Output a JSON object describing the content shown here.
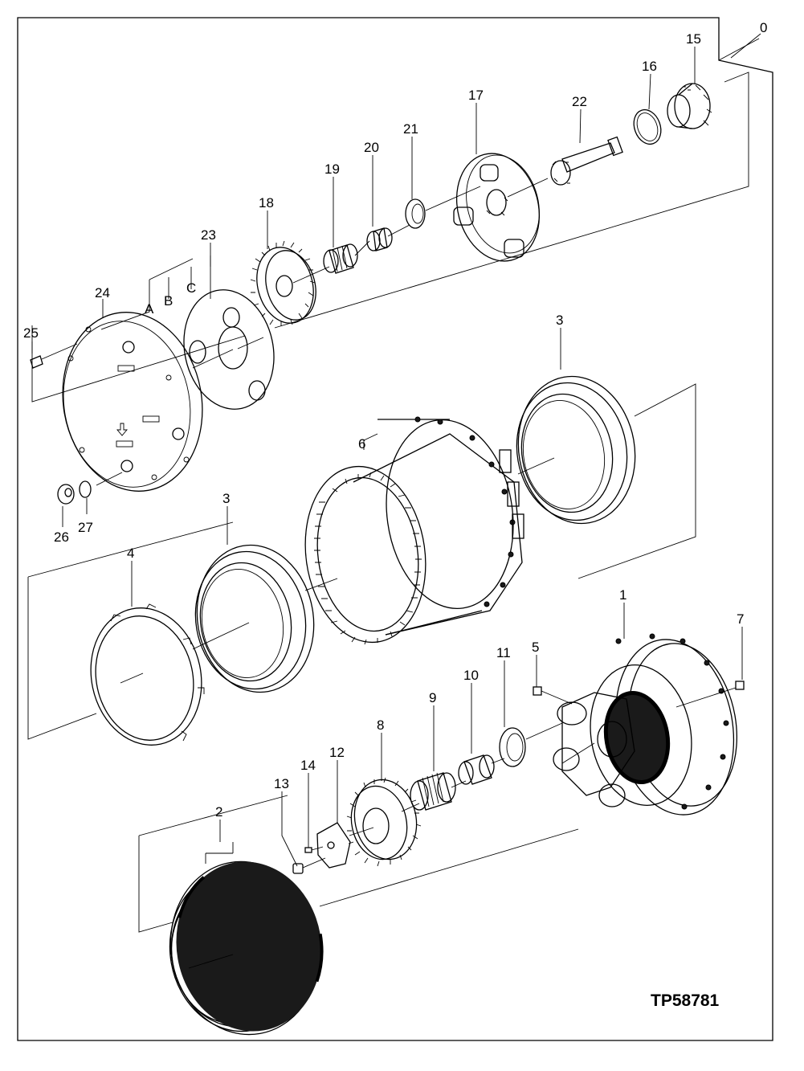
{
  "figure_code": "TP58781",
  "callouts": {
    "c0": "0",
    "c1": "1",
    "c2": "2",
    "c3a": "3",
    "c3b": "3",
    "c4": "4",
    "c5": "5",
    "c6": "6",
    "c7": "7",
    "c8": "8",
    "c9": "9",
    "c10": "10",
    "c11": "11",
    "c12": "12",
    "c13": "13",
    "c14": "14",
    "c15": "15",
    "c16": "16",
    "c17": "17",
    "c18": "18",
    "c19": "19",
    "c20": "20",
    "c21": "21",
    "c22": "22",
    "c23": "23",
    "c24": "24",
    "c25": "25",
    "c26": "26",
    "c27": "27",
    "cA": "A",
    "cB": "B",
    "cC": "C"
  }
}
